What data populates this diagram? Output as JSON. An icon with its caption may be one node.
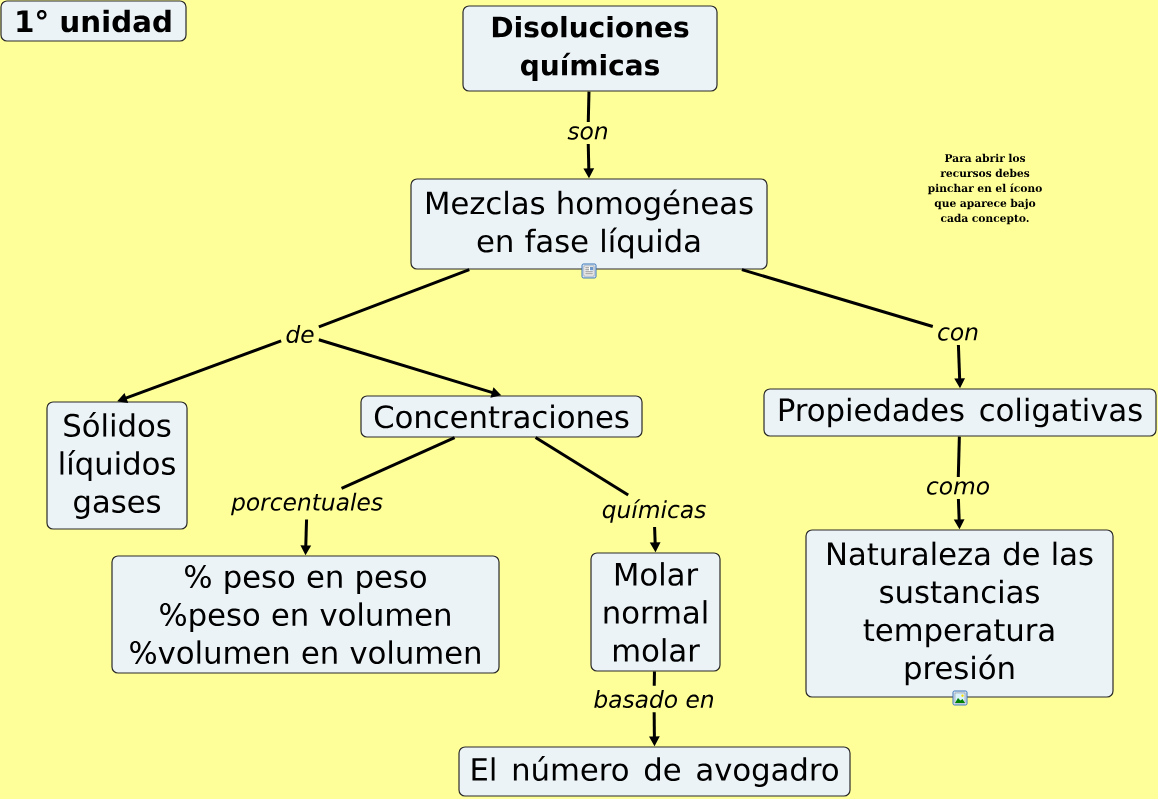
{
  "diagram": {
    "nodes": [
      {
        "text": [
          "1° unidad"
        ]
      },
      {
        "text": [
          "Disoluciones químicas"
        ]
      },
      {
        "text": [
          "son"
        ]
      },
      {
        "text": [
          "Mezclas homogéneas en fase líquida"
        ]
      },
      {
        "text": [
          "de"
        ]
      },
      {
        "text": [
          "con"
        ]
      },
      {
        "text": [
          "Sólidos líquidos gases"
        ]
      },
      {
        "text": [
          "Concentraciones"
        ]
      },
      {
        "text": [
          "Propiedades coligativas"
        ]
      },
      {
        "text": [
          "porcentuales"
        ]
      },
      {
        "text": [
          "químicas"
        ]
      },
      {
        "text": [
          "como"
        ]
      },
      {
        "text": [
          "% peso en peso %peso en volumen %volumen en volumen"
        ]
      },
      {
        "text": [
          "Molar normal molar"
        ]
      },
      {
        "text": [
          "Naturaleza de las sustancias temperatura presión"
        ]
      },
      {
        "text": [
          "basado en"
        ]
      },
      {
        "text": [
          "El número de avogadro"
        ]
      }
    ],
    "edges": [
      {
        "from": 1,
        "to": 2,
        "arrow": "none"
      },
      {
        "from": 2,
        "to": 3,
        "arrow": "to"
      },
      {
        "from": 3,
        "to": 4,
        "arrow": "none"
      },
      {
        "from": 4,
        "to": 6,
        "arrow": "to"
      },
      {
        "from": 4,
        "to": 7,
        "arrow": "to"
      },
      {
        "from": 3,
        "to": 5,
        "arrow": "none"
      },
      {
        "from": 5,
        "to": 8,
        "arrow": "to"
      },
      {
        "from": 7,
        "to": 9,
        "arrow": "none"
      },
      {
        "from": 9,
        "to": 12,
        "arrow": "to"
      },
      {
        "from": 7,
        "to": 10,
        "arrow": "none"
      },
      {
        "from": 10,
        "to": 13,
        "arrow": "to"
      },
      {
        "from": 8,
        "to": 11,
        "arrow": "none"
      },
      {
        "from": 11,
        "to": 14,
        "arrow": "to"
      },
      {
        "from": 13,
        "to": 15,
        "arrow": "none"
      },
      {
        "from": 15,
        "to": 16,
        "arrow": "to"
      }
    ],
    "labels": [
      "Para abrir los recursos debes pinchar en el ícono que aparece bajo cada concepto."
    ]
  }
}
